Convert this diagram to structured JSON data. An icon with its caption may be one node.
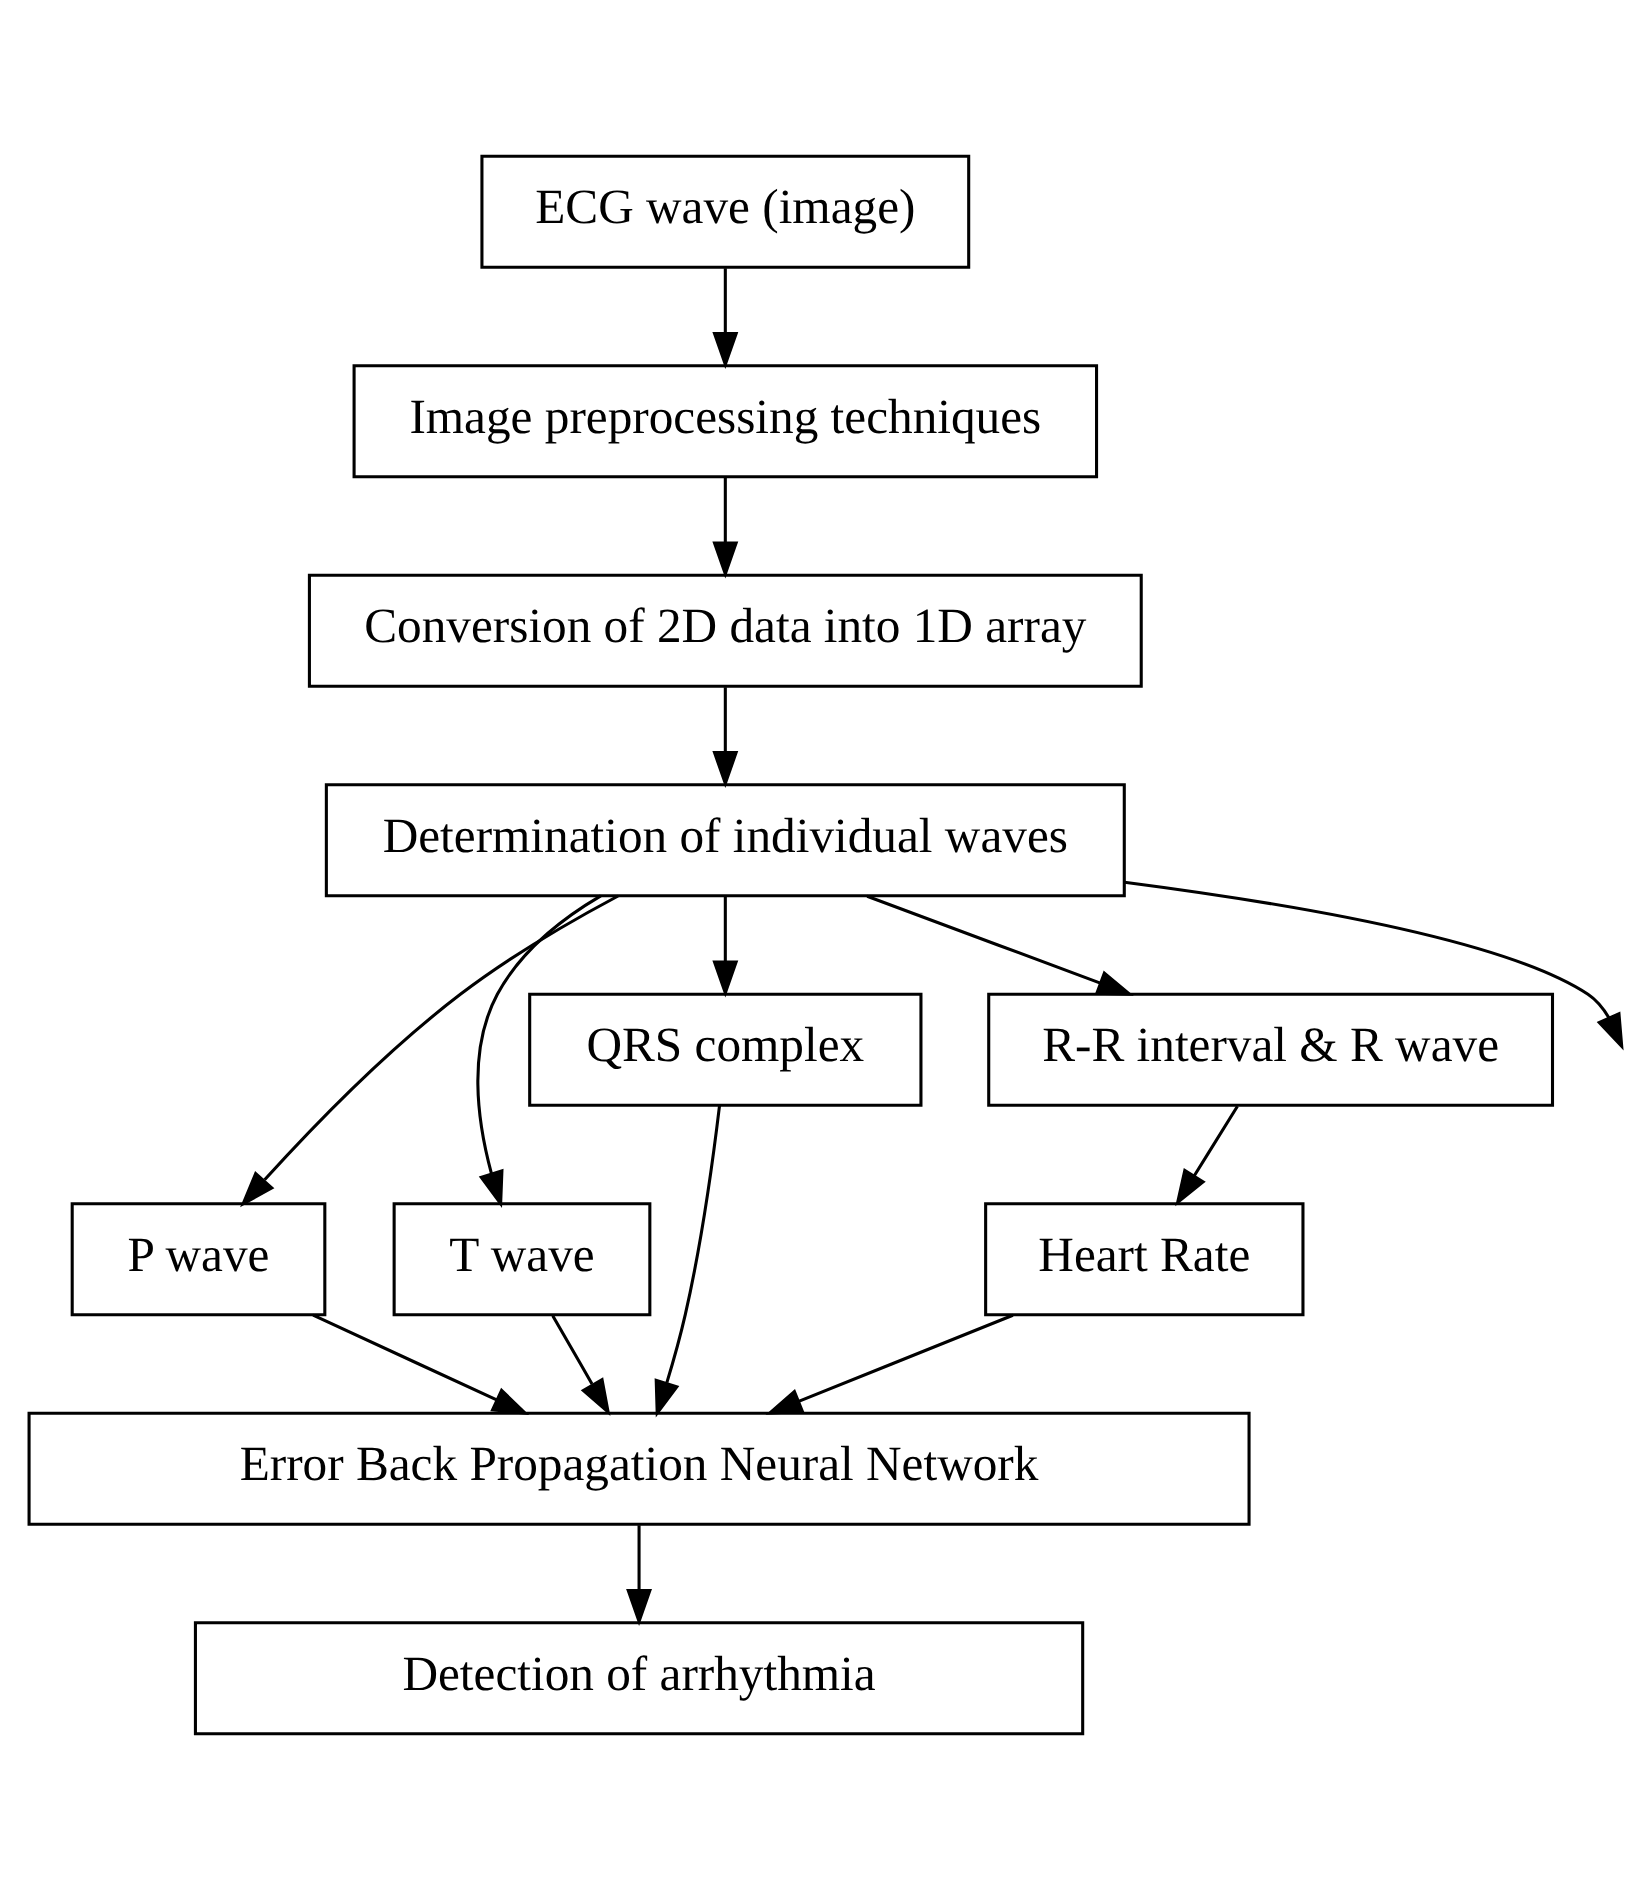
{
  "diagram": {
    "nodes": [
      {
        "text": [
          "ECG wave (image)"
        ]
      },
      {
        "text": [
          "Image preprocessing techniques"
        ]
      },
      {
        "text": [
          "Conversion of 2D data into 1D array"
        ]
      },
      {
        "text": [
          "Determination of individual waves"
        ]
      },
      {
        "text": [
          "P wave"
        ]
      },
      {
        "text": [
          "T wave"
        ]
      },
      {
        "text": [
          "QRS complex"
        ]
      },
      {
        "text": [
          "R-R interval & R wave"
        ]
      },
      {
        "text": [
          "Heart Rate"
        ]
      },
      {
        "text": [
          "Error Back Propagation Neural Network"
        ]
      },
      {
        "text": [
          "Detection of arrhythmia"
        ]
      }
    ],
    "edges": [
      {
        "from": 0,
        "to": 1,
        "arrow": "to"
      },
      {
        "from": 1,
        "to": 2,
        "arrow": "to"
      },
      {
        "from": 2,
        "to": 3,
        "arrow": "to"
      },
      {
        "from": 3,
        "to": 4,
        "arrow": "to"
      },
      {
        "from": 3,
        "to": 5,
        "arrow": "to"
      },
      {
        "from": 3,
        "to": 6,
        "arrow": "to"
      },
      {
        "from": 3,
        "to": null,
        "arrow": "to"
      },
      {
        "from": 3,
        "to": 7,
        "arrow": "to"
      },
      {
        "from": 7,
        "to": 8,
        "arrow": "to"
      },
      {
        "from": 4,
        "to": 9,
        "arrow": "to"
      },
      {
        "from": 5,
        "to": 9,
        "arrow": "to"
      },
      {
        "from": 6,
        "to": 9,
        "arrow": "to"
      },
      {
        "from": 8,
        "to": 9,
        "arrow": "to"
      },
      {
        "from": 9,
        "to": 10,
        "arrow": "to"
      }
    ]
  }
}
